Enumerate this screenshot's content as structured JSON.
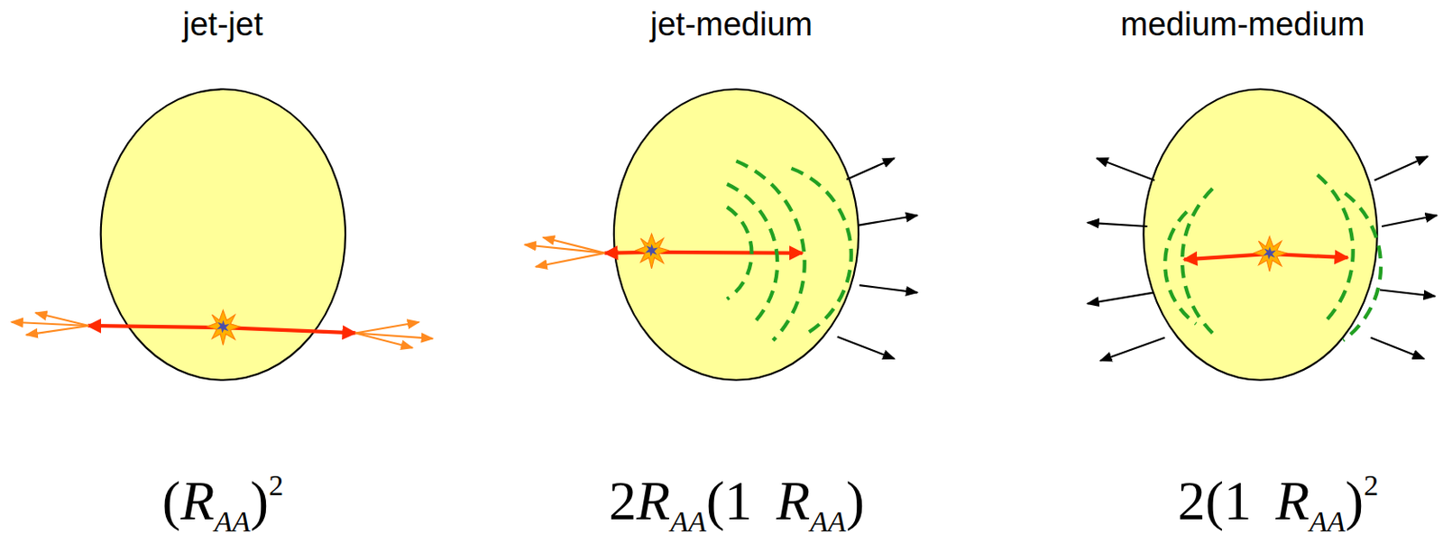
{
  "diagram": {
    "labels": [
      "jet-jet",
      "jet-medium",
      "medium-medium",
      "(",
      "R",
      "AA",
      ")",
      "2",
      "2",
      "R",
      "AA",
      "(1",
      "R",
      "AA",
      ")",
      "2",
      "(1",
      "R",
      "AA",
      ")",
      "2"
    ]
  }
}
